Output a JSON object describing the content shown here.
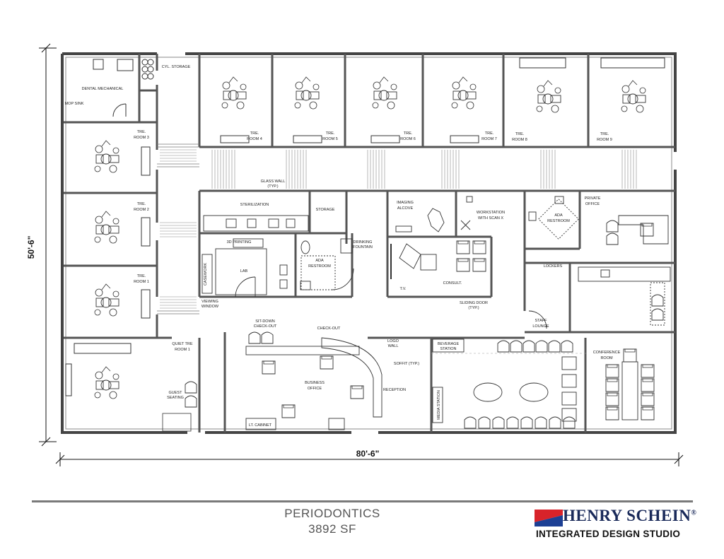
{
  "plan": {
    "width_dim": "80'-6\"",
    "height_dim": "50'-6\"",
    "rooms": {
      "dental_mech": "DENTAL MECHANICAL",
      "mop_sink": "MOP SINK",
      "cyl_storage": "CYL. STORAGE",
      "tre_room_4": [
        "TRE.",
        "ROOM 4"
      ],
      "tre_room_5": [
        "TRE.",
        "ROOM 5"
      ],
      "tre_room_6": [
        "TRE.",
        "ROOM 6"
      ],
      "tre_room_7": [
        "TRE.",
        "ROOM 7"
      ],
      "tre_room_8": [
        "TRE.",
        "ROOM 8"
      ],
      "tre_room_9": [
        "TRE.",
        "ROOM 9"
      ],
      "tre_room_3": [
        "TRE.",
        "ROOM 3"
      ],
      "tre_room_2": [
        "TRE.",
        "ROOM 2"
      ],
      "tre_room_1": [
        "TRE.",
        "ROOM 1"
      ],
      "quiet_tre": [
        "QUIET TRE",
        "ROOM 1"
      ],
      "guest_seating": [
        "GUEST",
        "SEATING"
      ],
      "glass_wall": [
        "GLASS WALL",
        "(TYP.)"
      ],
      "sterilization": "STERILIZATION",
      "storage": "STORAGE",
      "imaging": [
        "IMAGING",
        "ALCOVE"
      ],
      "workstation": [
        "WORKSTATION",
        "WITH SCAN X"
      ],
      "ada_restroom_1": [
        "ADA",
        "RESTROOM"
      ],
      "ada_restroom_2": [
        "ADA",
        "RESTROOM"
      ],
      "private_office": [
        "PRIVATE",
        "OFFICE"
      ],
      "printing": "3D PRINTING",
      "drinking": [
        "DRINKING",
        "FOUNTAIN"
      ],
      "lab": "LAB",
      "casework": "CASEWORK",
      "viewing_window": [
        "VIEWING",
        "WINDOW"
      ],
      "consult": "CONSULT.",
      "tv": "T.V.",
      "sliding_door": [
        "SLIDING DOOR",
        "(TYP.)"
      ],
      "lockers": "LOCKERS",
      "staff_lounge": [
        "STAFF",
        "LOUNGE"
      ],
      "sitdown": [
        "SIT-DOWN",
        "CHECK-OUT"
      ],
      "checkout": "CHECK-OUT",
      "logo_wall": [
        "LOGO",
        "WALL"
      ],
      "soffit": [
        "SOFFIT (TYP.)"
      ],
      "business_office": [
        "BUSINESS",
        "OFFICE"
      ],
      "reception": "RECEPTION",
      "beverage": [
        "BEVERAGE",
        "STATION"
      ],
      "media_station": "MEDIA STATION",
      "conference": [
        "CONFERENCE",
        "ROOM"
      ],
      "lt_cabinet": "LT. CABINET"
    }
  },
  "footer": {
    "title": "PERIODONTICS",
    "area": "3892 SF"
  },
  "brand": {
    "name": "HENRY SCHEIN",
    "registered": "®",
    "subtitle": "INTEGRATED DESIGN STUDIO",
    "colors": {
      "red": "#d8232a",
      "blue": "#1c3f94",
      "navy": "#1a2a5a"
    }
  }
}
